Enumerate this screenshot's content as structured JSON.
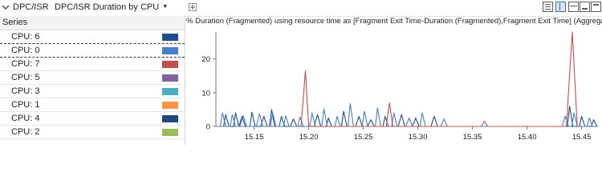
{
  "header": {
    "graph_category": "DPC/ISR",
    "preset": "DPC/ISR Duration by CPU",
    "icons": [
      "collapse-icon",
      "caret-down-icon",
      "toggle-graph-icon",
      "graph-only-icon",
      "graph-and-table-icon",
      "table-only-icon",
      "minimize-icon",
      "maximize-icon"
    ]
  },
  "legend": {
    "header": "Series",
    "items": [
      {
        "label": "CPU: 6",
        "color": "#1f4e8c"
      },
      {
        "label": "CPU: 0",
        "color": "#4a7ec7"
      },
      {
        "label": "CPU: 7",
        "color": "#c0504d"
      },
      {
        "label": "CPU: 5",
        "color": "#8064a2"
      },
      {
        "label": "CPU: 3",
        "color": "#4bacc6"
      },
      {
        "label": "CPU: 1",
        "color": "#f79646"
      },
      {
        "label": "CPU: 4",
        "color": "#1f497d"
      },
      {
        "label": "CPU: 2",
        "color": "#9bbb59"
      }
    ]
  },
  "chart_header": "% Duration (Fragmented) using resource time as [Fragment Exit Time-Duration (Fragmented),Fragment Exit Time] (Aggregati...",
  "chart_data": {
    "type": "line",
    "xlim": [
      15.115,
      15.465
    ],
    "ylim": [
      0,
      28
    ],
    "x_ticks": [
      "15.15",
      "15.20",
      "15.25",
      "15.30",
      "15.35",
      "15.40",
      "15.45"
    ],
    "y_ticks": [
      "0",
      "10",
      "20"
    ],
    "grid": false,
    "series": [
      {
        "name": "CPU: 6",
        "color": "#1f4e8c",
        "points": [
          [
            15.122,
            0
          ],
          [
            15.124,
            3.5
          ],
          [
            15.127,
            0
          ],
          [
            15.131,
            0
          ],
          [
            15.133,
            4
          ],
          [
            15.136,
            0
          ],
          [
            15.139,
            3
          ],
          [
            15.142,
            0
          ],
          [
            15.146,
            0
          ],
          [
            15.148,
            4.2
          ],
          [
            15.151,
            0
          ],
          [
            15.156,
            0
          ],
          [
            15.159,
            3
          ],
          [
            15.162,
            0
          ],
          [
            15.164,
            0
          ],
          [
            15.166,
            5
          ],
          [
            15.169,
            0
          ],
          [
            15.173,
            0
          ],
          [
            15.175,
            3
          ],
          [
            15.178,
            0
          ],
          [
            15.183,
            0
          ],
          [
            15.186,
            2.2
          ],
          [
            15.189,
            0
          ],
          [
            15.205,
            0
          ],
          [
            15.208,
            3.5
          ],
          [
            15.211,
            0
          ],
          [
            15.216,
            0
          ],
          [
            15.218,
            2.5
          ],
          [
            15.221,
            0
          ],
          [
            15.23,
            0
          ],
          [
            15.232,
            4.5
          ],
          [
            15.235,
            0
          ],
          [
            15.243,
            0
          ],
          [
            15.246,
            3
          ],
          [
            15.249,
            0
          ],
          [
            15.254,
            0
          ],
          [
            15.257,
            2
          ],
          [
            15.26,
            0
          ],
          [
            15.268,
            0
          ],
          [
            15.27,
            3
          ],
          [
            15.273,
            0
          ],
          [
            15.282,
            0
          ],
          [
            15.285,
            3.5
          ],
          [
            15.288,
            0
          ],
          [
            15.295,
            0
          ],
          [
            15.298,
            2.5
          ],
          [
            15.301,
            0
          ],
          [
            15.312,
            0
          ],
          [
            15.315,
            3
          ],
          [
            15.318,
            0
          ],
          [
            15.437,
            0
          ],
          [
            15.439,
            6
          ],
          [
            15.442,
            0
          ],
          [
            15.448,
            0
          ],
          [
            15.45,
            3
          ],
          [
            15.453,
            0
          ],
          [
            15.459,
            0
          ],
          [
            15.461,
            2
          ],
          [
            15.464,
            0
          ]
        ]
      },
      {
        "name": "CPU: 0",
        "color": "#4a7ec7",
        "points": [
          [
            15.119,
            0
          ],
          [
            15.121,
            4
          ],
          [
            15.124,
            0
          ],
          [
            15.128,
            0
          ],
          [
            15.13,
            3.5
          ],
          [
            15.133,
            0
          ],
          [
            15.137,
            0
          ],
          [
            15.14,
            3.2
          ],
          [
            15.143,
            0
          ],
          [
            15.152,
            0
          ],
          [
            15.155,
            3.8
          ],
          [
            15.158,
            0
          ],
          [
            15.165,
            0
          ],
          [
            15.167,
            4
          ],
          [
            15.17,
            0
          ],
          [
            15.177,
            0
          ],
          [
            15.179,
            3.2
          ],
          [
            15.182,
            0
          ],
          [
            15.19,
            0
          ],
          [
            15.192,
            2.8
          ],
          [
            15.195,
            0
          ],
          [
            15.201,
            0
          ],
          [
            15.203,
            4
          ],
          [
            15.206,
            0
          ],
          [
            15.212,
            0
          ],
          [
            15.214,
            5.2
          ],
          [
            15.217,
            0
          ],
          [
            15.224,
            0
          ],
          [
            15.226,
            3
          ],
          [
            15.229,
            0
          ],
          [
            15.236,
            0
          ],
          [
            15.238,
            6.8
          ],
          [
            15.241,
            0
          ],
          [
            15.249,
            0
          ],
          [
            15.251,
            4.5
          ],
          [
            15.254,
            0
          ],
          [
            15.261,
            0
          ],
          [
            15.263,
            5.5
          ],
          [
            15.266,
            0
          ],
          [
            15.276,
            0
          ],
          [
            15.278,
            4
          ],
          [
            15.281,
            0
          ],
          [
            15.289,
            0
          ],
          [
            15.292,
            2.5
          ],
          [
            15.295,
            0
          ],
          [
            15.302,
            0
          ],
          [
            15.304,
            4
          ],
          [
            15.307,
            0
          ],
          [
            15.321,
            0
          ],
          [
            15.324,
            2.2
          ],
          [
            15.327,
            0
          ],
          [
            15.432,
            0
          ],
          [
            15.435,
            3
          ],
          [
            15.438,
            0
          ],
          [
            15.441,
            0
          ],
          [
            15.443,
            4
          ],
          [
            15.446,
            0
          ],
          [
            15.455,
            0
          ],
          [
            15.457,
            2.5
          ],
          [
            15.46,
            0
          ]
        ]
      },
      {
        "name": "CPU: 7",
        "color": "#c0504d",
        "points": [
          [
            15.193,
            0
          ],
          [
            15.197,
            16.5
          ],
          [
            15.2,
            0
          ],
          [
            15.271,
            0
          ],
          [
            15.274,
            7
          ],
          [
            15.277,
            0
          ],
          [
            15.358,
            0
          ],
          [
            15.361,
            1.5
          ],
          [
            15.364,
            0
          ],
          [
            15.436,
            0
          ],
          [
            15.4415,
            28
          ],
          [
            15.446,
            0
          ]
        ]
      }
    ]
  }
}
